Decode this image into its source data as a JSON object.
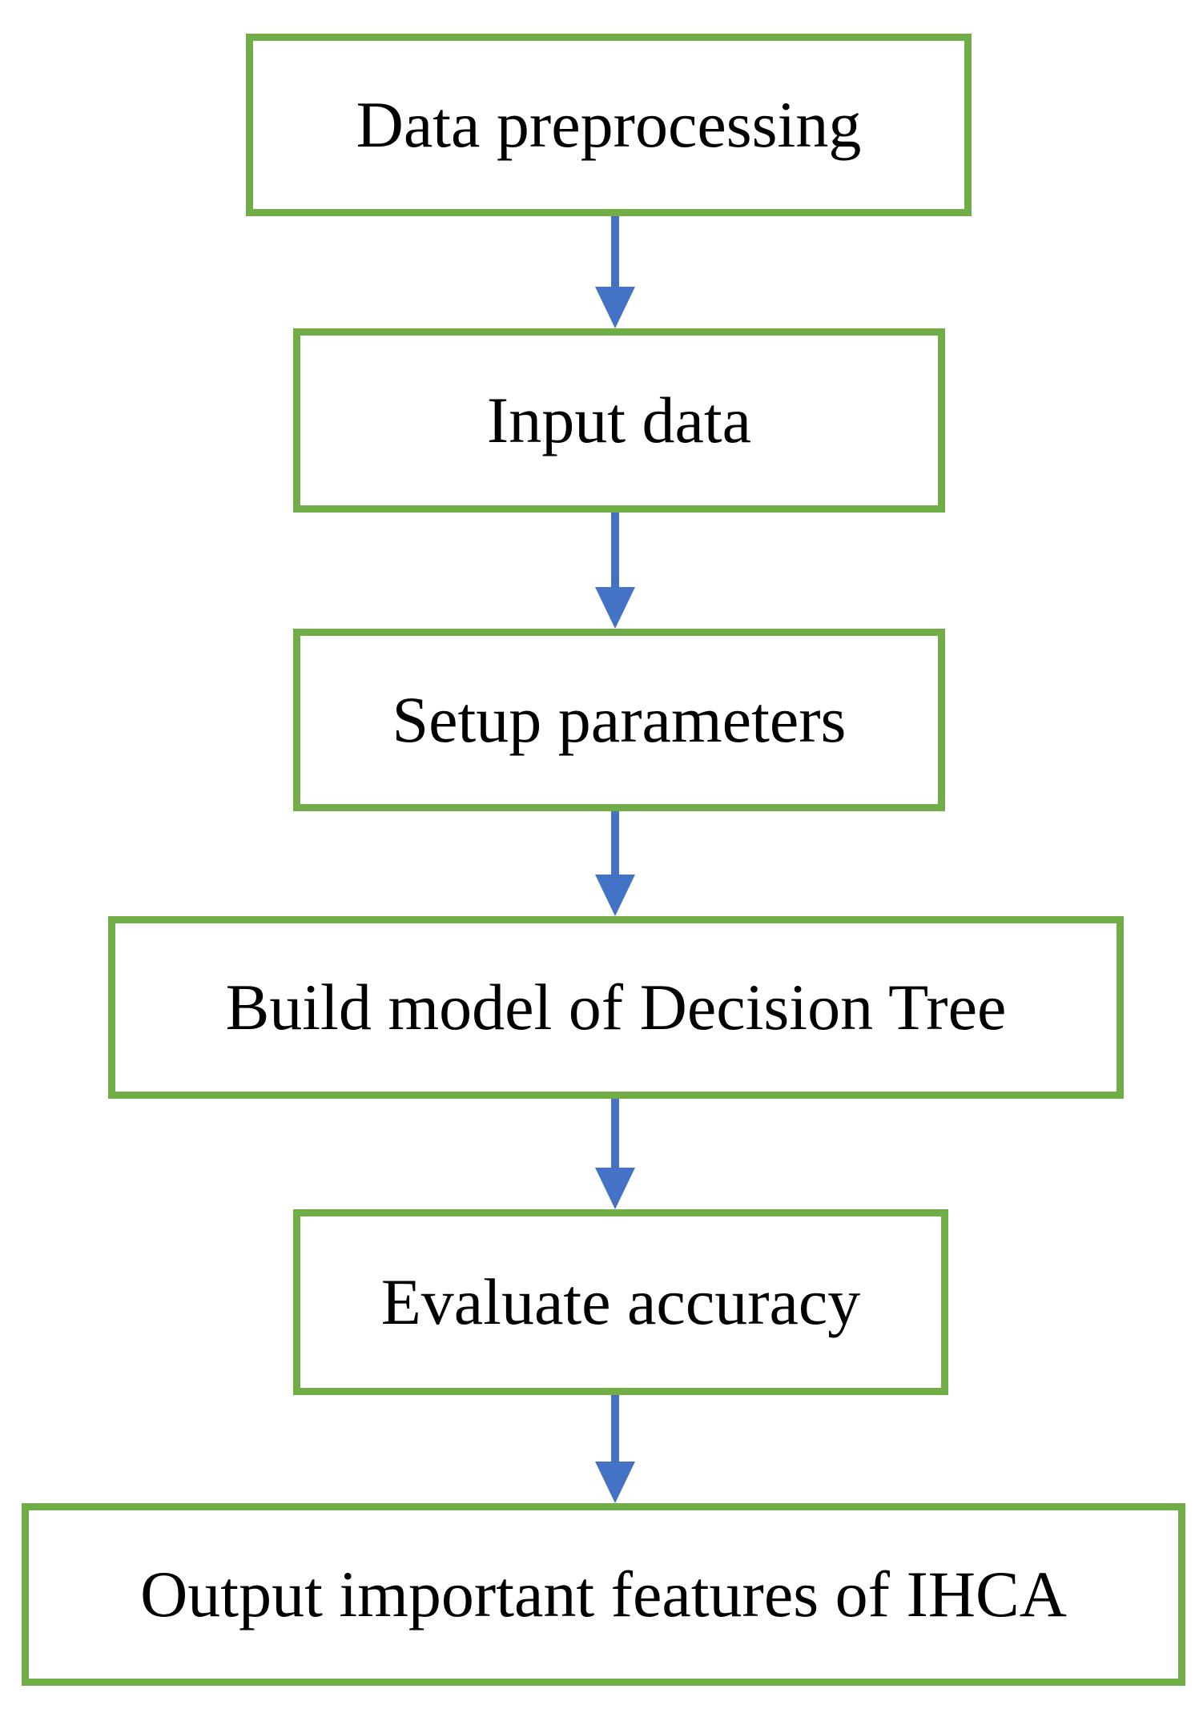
{
  "diagram": {
    "type": "flowchart",
    "direction": "top-to-bottom",
    "background_color": "#ffffff",
    "box_border_color": "#70AD47",
    "arrow_color": "#4472C4",
    "text_color": "#000000",
    "steps": [
      {
        "label": "Data preprocessing"
      },
      {
        "label": "Input data"
      },
      {
        "label": "Setup parameters"
      },
      {
        "label": "Build model of Decision Tree"
      },
      {
        "label": "Evaluate accuracy"
      },
      {
        "label": "Output important features of IHCA"
      }
    ],
    "connections": [
      {
        "from": "Data preprocessing",
        "to": "Input data"
      },
      {
        "from": "Input data",
        "to": "Setup parameters"
      },
      {
        "from": "Setup parameters",
        "to": "Build model of Decision Tree"
      },
      {
        "from": "Build model of Decision Tree",
        "to": "Evaluate accuracy"
      },
      {
        "from": "Evaluate accuracy",
        "to": "Output important features of IHCA"
      }
    ]
  }
}
